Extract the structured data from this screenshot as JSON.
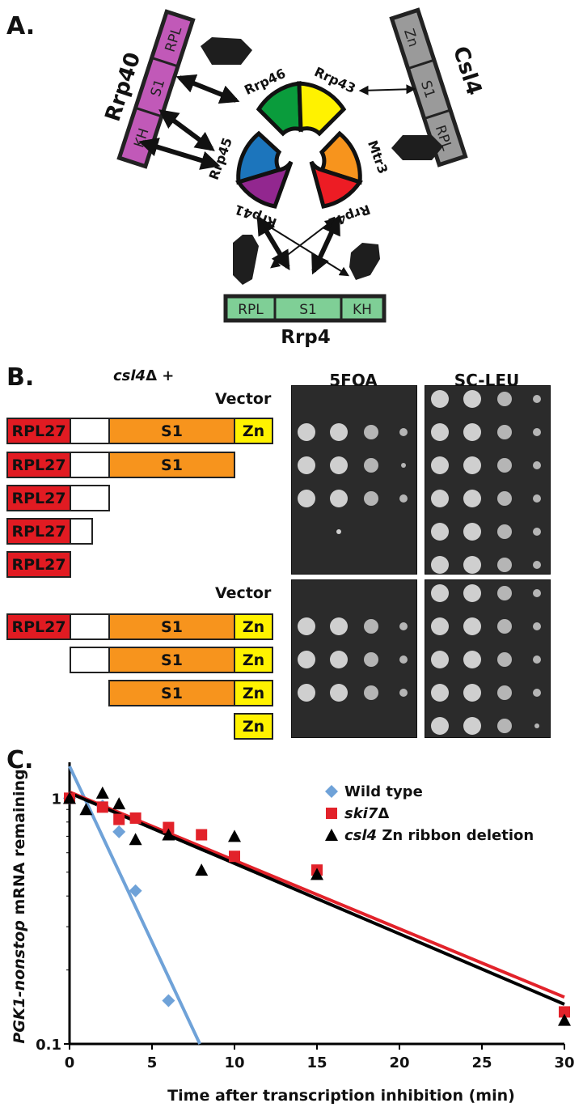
{
  "panel_a": {
    "label": "A.",
    "rrp40": {
      "name": "Rrp40",
      "domains": [
        "RPL",
        "S1",
        "KH"
      ]
    },
    "csl4": {
      "name": "Csl4",
      "domains": [
        "Zn",
        "S1",
        "RPL"
      ]
    },
    "rrp4": {
      "name": "Rrp4",
      "domains": [
        "RPL",
        "S1",
        "KH"
      ]
    },
    "ring_subunits": [
      "Rrp46",
      "Rrp43",
      "Rrp45",
      "Rrp41",
      "Mtr3",
      "Rrp42"
    ],
    "colors": {
      "rrp46": "#0a9c3c",
      "rrp43": "#fff200",
      "rrp45": "#1c75bc",
      "rrp41": "#92278f",
      "mtr3": "#f7941d",
      "rrp42": "#ed1c24",
      "rrp40": "#c159b8",
      "csl4": "#9a9a9a",
      "rrp4": "#7fcf96"
    }
  },
  "panel_b": {
    "label": "B.",
    "title_gene": "csl4",
    "title_suffix": "Δ  +",
    "plate_headers": [
      "5FOA",
      "SC-LEU"
    ],
    "group1_vector": "Vector",
    "group2_vector": "Vector",
    "constructs_top": [
      [
        "RPL27",
        "",
        "S1",
        "Zn"
      ],
      [
        "RPL27",
        "",
        "S1"
      ],
      [
        "RPL27",
        ""
      ],
      [
        "RPL27",
        ""
      ],
      [
        "RPL27"
      ]
    ],
    "constructs_bottom": [
      [
        "RPL27",
        "",
        "S1",
        "Zn"
      ],
      [
        "",
        "S1",
        "Zn"
      ],
      [
        "S1",
        "Zn"
      ],
      [
        "Zn"
      ]
    ],
    "labels": {
      "rpl27": "RPL27",
      "s1": "S1",
      "zn": "Zn"
    }
  },
  "panel_c": {
    "label": "C."
  },
  "chart_data": {
    "type": "scatter",
    "title": "",
    "xlabel": "Time after transcription inhibition (min)",
    "ylabel_italic": "PGK1-nonstop",
    "ylabel_rest": " mRNA remaining",
    "xlim": [
      0,
      30
    ],
    "ylim": [
      0.1,
      1.4
    ],
    "yscale": "log",
    "xticks": [
      0,
      5,
      10,
      15,
      20,
      25,
      30
    ],
    "yticks": [
      {
        "value": 1,
        "label": "1"
      },
      {
        "value": 0.1,
        "label": "0.1"
      }
    ],
    "grid": false,
    "legend_position": "top-right",
    "series": [
      {
        "name": "Wild type",
        "name_italic": "",
        "name_rest": "Wild type",
        "marker": "diamond",
        "color": "#6fa2d8",
        "x": [
          0,
          2,
          3,
          4,
          6
        ],
        "y": [
          1.0,
          0.93,
          0.73,
          0.42,
          0.15
        ],
        "fit": {
          "x": [
            0,
            7.9
          ],
          "y": [
            1.35,
            0.1
          ],
          "color": "#6fa2d8"
        }
      },
      {
        "name": "ski7Δ",
        "name_italic": "ski7",
        "name_rest": "Δ",
        "marker": "square",
        "color": "#e2222a",
        "x": [
          0,
          2,
          3,
          4,
          6,
          8,
          10,
          15,
          30
        ],
        "y": [
          1.0,
          0.92,
          0.82,
          0.83,
          0.76,
          0.71,
          0.58,
          0.51,
          0.135
        ],
        "fit": {
          "x": [
            0,
            30
          ],
          "y": [
            1.06,
            0.155
          ],
          "color": "#e2222a"
        }
      },
      {
        "name": "csl4 Zn ribbon deletion",
        "name_italic": "csl4",
        "name_rest": " Zn ribbon deletion",
        "marker": "triangle",
        "color": "#000000",
        "x": [
          0,
          1,
          2,
          3,
          4,
          6,
          8,
          10,
          15,
          30
        ],
        "y": [
          1.0,
          0.9,
          1.05,
          0.95,
          0.68,
          0.71,
          0.51,
          0.7,
          0.49,
          0.125
        ],
        "fit": {
          "x": [
            0,
            30
          ],
          "y": [
            1.05,
            0.145
          ],
          "color": "#000000"
        }
      }
    ]
  }
}
